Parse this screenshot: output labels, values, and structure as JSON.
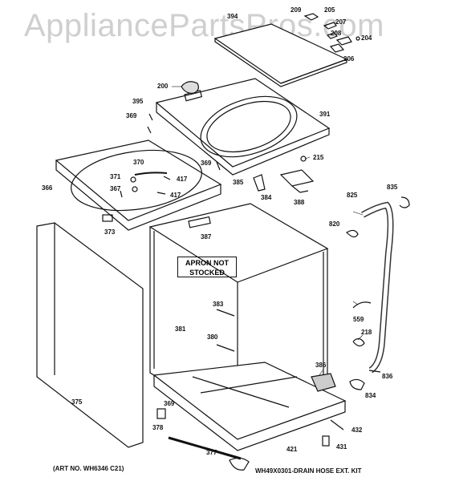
{
  "watermark": "AppliancePartsPros.com",
  "note_box": [
    "APRON NOT",
    "STOCKED"
  ],
  "art_number": "(ART NO. WH6346 C21)",
  "drain_kit": "WH49X0301-DRAIN HOSE EXT. KIT",
  "callouts": {
    "c394": "394",
    "c209": "209",
    "c205": "205",
    "c207": "207",
    "c208": "208",
    "c204": "204",
    "c206": "206",
    "c200": "200",
    "c395": "395",
    "c391": "391",
    "c369a": "369",
    "c370": "370",
    "c371": "371",
    "c417a": "417",
    "c367": "367",
    "c417b": "417",
    "c366": "366",
    "c369b": "369",
    "c215": "215",
    "c385": "385",
    "c384": "384",
    "c388": "388",
    "c825": "825",
    "c835": "835",
    "c373": "373",
    "c387": "387",
    "c820": "820",
    "c383": "383",
    "c559": "559",
    "c381": "381",
    "c380": "380",
    "c218": "218",
    "c386": "386",
    "c836": "836",
    "c834": "834",
    "c375": "375",
    "c369c": "369",
    "c378": "378",
    "c432": "432",
    "c421": "421",
    "c431": "431",
    "c377": "377"
  }
}
